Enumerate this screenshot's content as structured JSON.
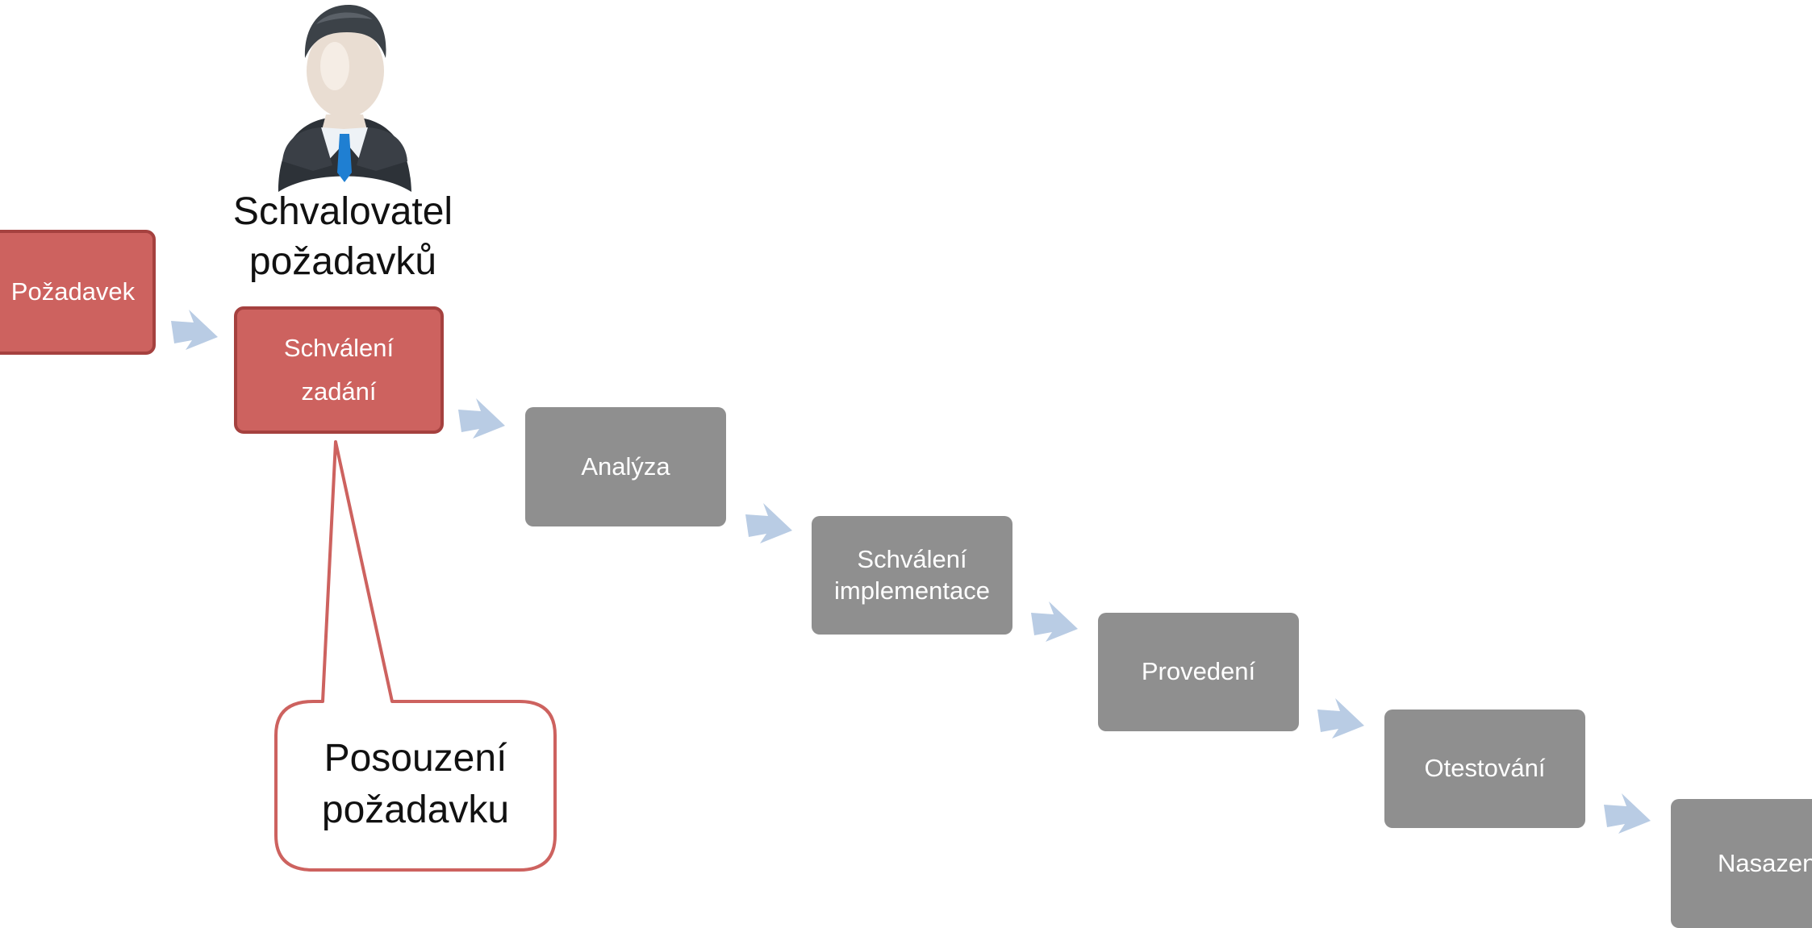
{
  "role": {
    "icon": "businessman-icon",
    "label_lines": [
      "Schvalovatel",
      "požadavků"
    ]
  },
  "steps": [
    {
      "lines": [
        "Požadavek"
      ],
      "style": "highlight"
    },
    {
      "lines": [
        "Schválení",
        "zadání"
      ],
      "style": "highlight"
    },
    {
      "lines": [
        "Analýza"
      ],
      "style": "normal"
    },
    {
      "lines": [
        "Schválení",
        "implementace"
      ],
      "style": "normal"
    },
    {
      "lines": [
        "Provedení"
      ],
      "style": "normal"
    },
    {
      "lines": [
        "Otestování"
      ],
      "style": "normal"
    },
    {
      "lines": [
        "Nasazen"
      ],
      "style": "normal"
    }
  ],
  "callout": {
    "lines": [
      "Posouzení",
      "požadavku"
    ]
  },
  "colors": {
    "highlight_fill": "#cd625f",
    "highlight_border": "#a5413f",
    "normal_fill": "#8f8f8f",
    "arrow": "#b9cce4",
    "callout_border": "#cd625f"
  }
}
